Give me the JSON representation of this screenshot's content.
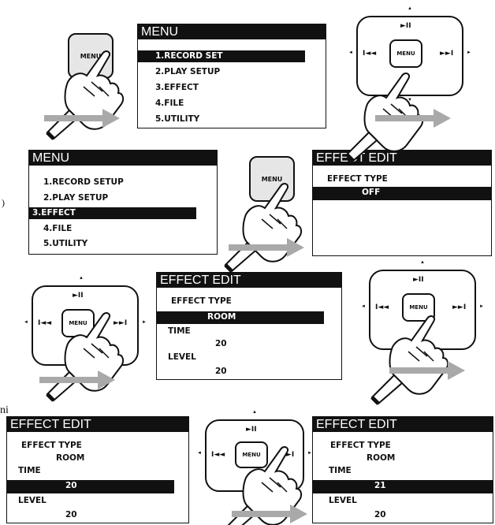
{
  "menu_button_label": "MENU",
  "remote": {
    "menu_label": "MENU",
    "play_pause": "►II",
    "prev": "I◄◄",
    "next": "►►I",
    "up": "▲",
    "down": "▼",
    "left": "◄",
    "right": "►"
  },
  "menu_screen": {
    "title": "MENU",
    "items_a": [
      "1.RECORD SET",
      "2.PLAY SETUP",
      "3.EFFECT",
      "4.FILE",
      "5.UTILITY"
    ],
    "items_b": [
      "1.RECORD SETUP",
      "2.PLAY SETUP",
      "3.EFFECT",
      "4.FILE",
      "5.UTILITY"
    ]
  },
  "effect_screen": {
    "title": "EFFECT EDIT",
    "type_label": "EFFECT TYPE",
    "type_off": "OFF",
    "type_room": "ROOM",
    "time_label": "TIME",
    "level_label": "LEVEL",
    "time_20": "20",
    "time_21": "21",
    "level_20": "20"
  },
  "stray": {
    "ni": "ni",
    "paren": ")"
  }
}
